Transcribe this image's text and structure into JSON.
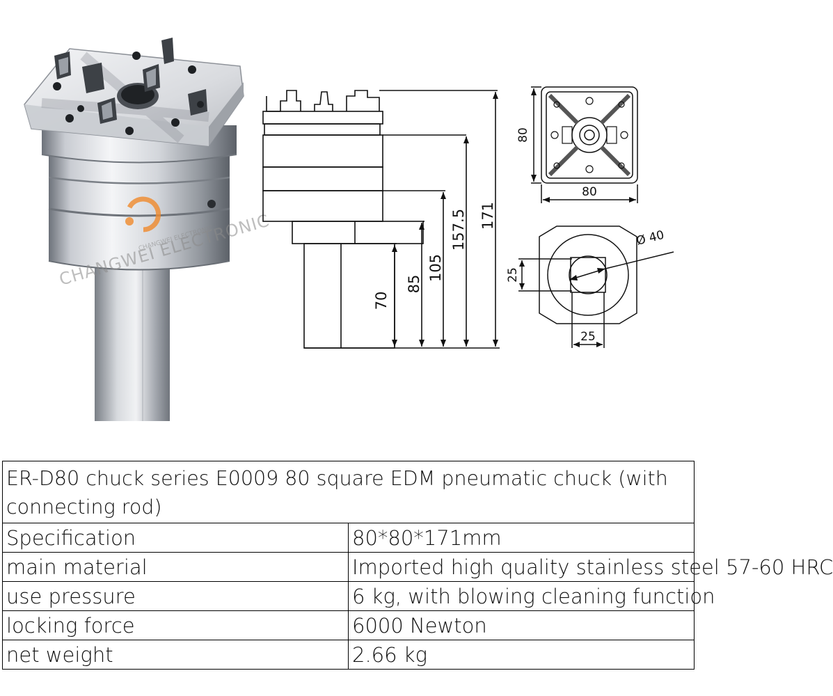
{
  "watermark": {
    "brand": "CHANGWEI ELECTRONIC",
    "sub": "CHANGWEI ELECTRONIC"
  },
  "drawing": {
    "side_dims": [
      "70",
      "85",
      "105",
      "157.5",
      "171"
    ],
    "top_dims": [
      "80",
      "80"
    ],
    "bottom_dims": [
      "Ø 40",
      "25",
      "25"
    ]
  },
  "spec_table": {
    "title": "ER-D80 chuck series E0009 80 square EDM pneumatic chuck (with connecting rod)",
    "rows": [
      {
        "label": "Specification",
        "value": "80*80*171mm"
      },
      {
        "label": "main material",
        "value": "Imported high quality stainless steel 57-60 HRC"
      },
      {
        "label": "use pressure",
        "value": "6 kg, with blowing cleaning function"
      },
      {
        "label": "locking force",
        "value": "6000 Newton"
      },
      {
        "label": "net weight",
        "value": "2.66 kg"
      }
    ]
  },
  "colors": {
    "steel_light": "#e8eaee",
    "steel_mid": "#b8bcc3",
    "steel_dark": "#5b6068",
    "line": "#111111",
    "logo_orange": "#f08a2c"
  }
}
